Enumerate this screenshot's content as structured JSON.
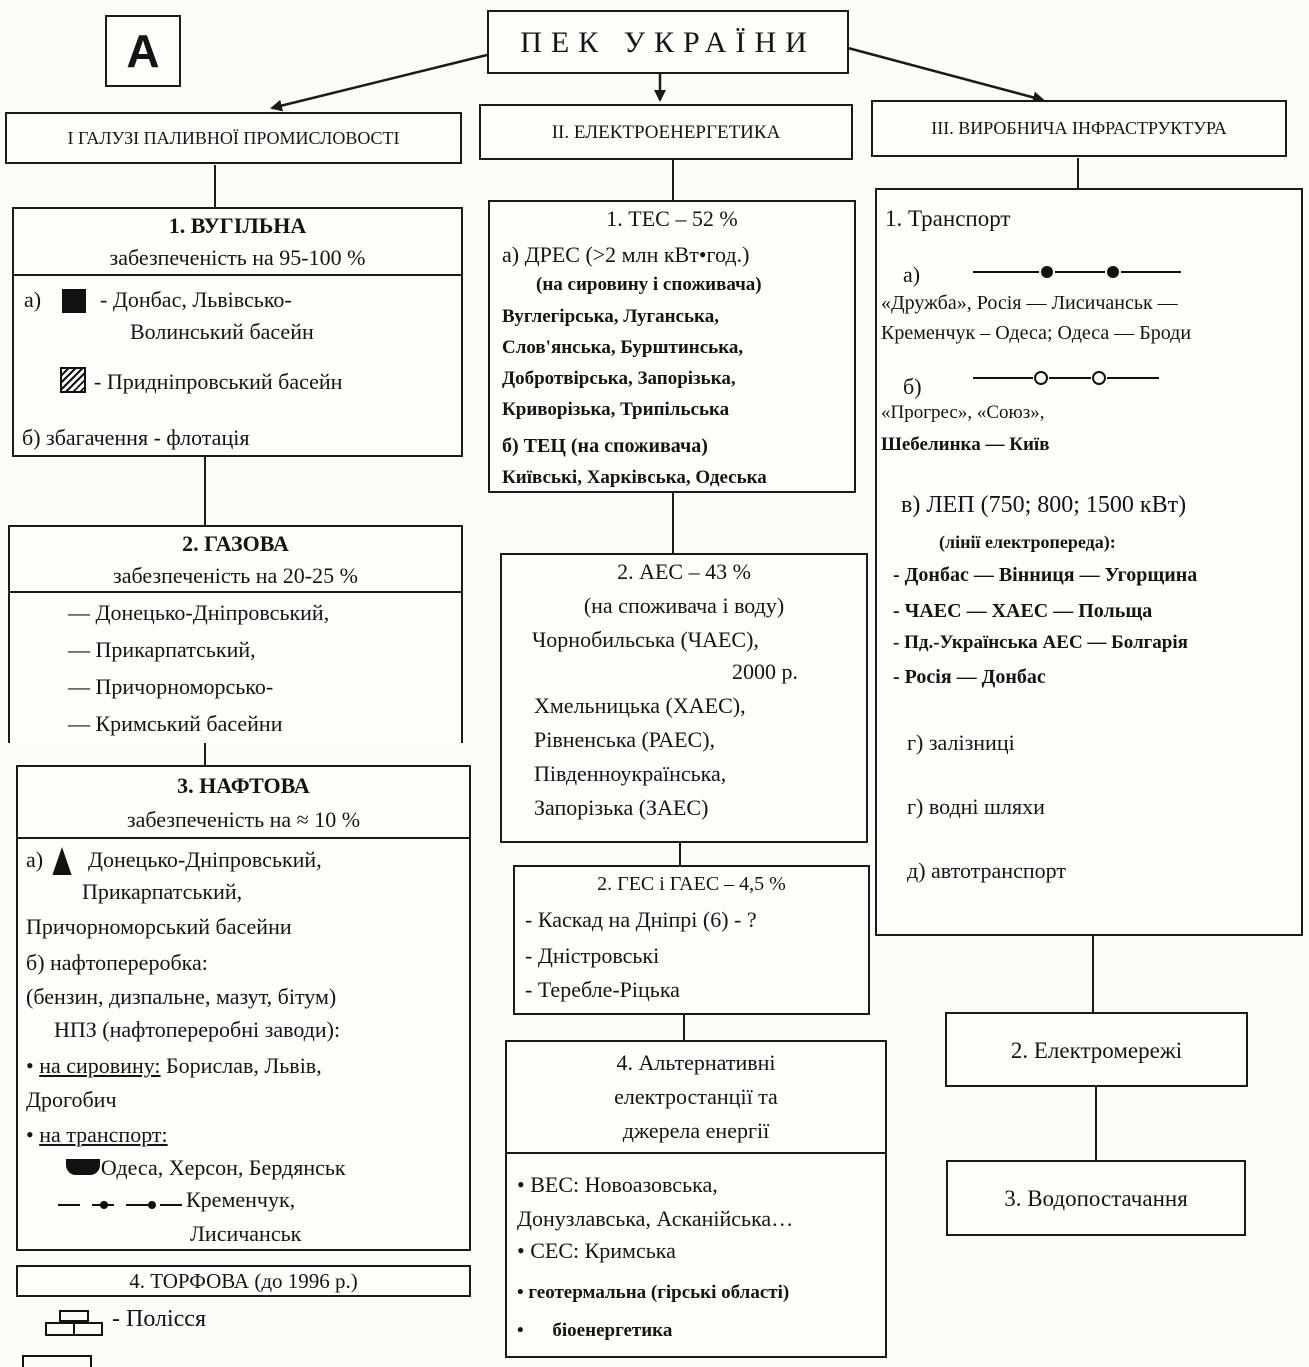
{
  "corner_label": "А",
  "title": "ПЕК УКРАЇНИ",
  "col1": {
    "header": "І ГАЛУЗІ ПАЛИВНОЇ ПРОМИСЛОВОСТІ",
    "coal": {
      "title": "1. ВУГІЛЬНА",
      "supply": "забезпеченість на 95-100 %",
      "a_label": "а)",
      "a_line1": "- Донбас, Львівсько-",
      "a_line2": "Волинський басейн",
      "a_line3": "- Придніпровський басейн",
      "b_line": "б) збагачення - флотація"
    },
    "gas": {
      "title": "2. ГАЗОВА",
      "supply": "забезпеченість на 20-25 %",
      "items": [
        "— Донецько-Дніпровський,",
        "— Прикарпатський,",
        "— Причорноморсько-",
        "— Кримський басейни"
      ]
    },
    "oil": {
      "title": "3. НАФТОВА",
      "supply": "забезпеченість на ≈ 10 %",
      "a_label": "а)",
      "a_line1": "Донецько-Дніпровський,",
      "a_line2": "Прикарпатський,",
      "a_line3": "Причорноморський басейни",
      "b_line": "б) нафтопереробка:",
      "products": "(бензин, дизпальне, мазут, бітум)",
      "npz": "НПЗ (нафтопереробні заводи):",
      "raw_label": "на сировину:",
      "raw_cities": "Борислав, Львів,",
      "raw_cities2": "Дрогобич",
      "transport_label": "на транспорт:",
      "port_cities": "- Одеса, Херсон, Бердянськ",
      "pipe_cities": "Кременчук,",
      "pipe_cities2": "Лисичанськ"
    },
    "peat": {
      "title": "4. ТОРФОВА (до 1996 р.)",
      "region": "- Полісся"
    }
  },
  "col2": {
    "header": "ІІ. ЕЛЕКТРОЕНЕРГЕТИКА",
    "tes": {
      "title": "1. ТЕС – 52 %",
      "a_line": "а) ДРЕС (>2 млн кВт•год.)",
      "a_note": "(на сировину і споживача)",
      "plants": [
        "Вуглегірська, Луганська,",
        "Слов'янська, Бурштинська,",
        "Добротвірська, Запорізька,",
        "Криворізька, Трипільська"
      ],
      "b_line": "б) ТЕЦ (на споживача)",
      "b_plants": "Київські, Харківська, Одеська"
    },
    "aes": {
      "title": "2. АЕС – 43 %",
      "note": "(на споживача і воду)",
      "lines": [
        "Чорнобильська (ЧАЕС),",
        "2000 р.",
        "Хмельницька (ХАЕС),",
        "Рівненська (РАЕС),",
        "Південноукраїнська,",
        "Запорізька (ЗАЕС)"
      ]
    },
    "ges": {
      "title": "2. ГЕС і ГАЕС – 4,5 %",
      "items": [
        "- Каскад на Дніпрі (6) - ?",
        "- Дністровські",
        "- Теребле-Ріцька"
      ]
    },
    "alt": {
      "title_1": "4. Альтернативні",
      "title_2": "електростанції та",
      "title_3": "джерела енергії",
      "items": [
        "ВЕС: Новоазовська,",
        "Донузлавська, Асканійська…",
        "СЕС: Кримська",
        "геотермальна (гірські області)",
        "біоенергетика"
      ]
    }
  },
  "col3": {
    "header": "ІІІ. ВИРОБНИЧА ІНФРАСТРУКТУРА",
    "transport": {
      "title": "1. Транспорт",
      "a_label": "а)",
      "a_text1": "«Дружба», Росія — Лисичанськ —",
      "a_text2": "Кременчук – Одеса; Одеса — Броди",
      "b_label": "б)",
      "b_text1": "«Прогрес», «Союз»,",
      "b_text2": "Шебелинка — Київ",
      "v_line": "в) ЛЕП (750; 800; 1500 кВт)",
      "v_note": "(лінії електропереда):",
      "lep": [
        "- Донбас — Вінниця — Угорщина",
        "- ЧАЕС — ХАЕС — Польща",
        "- Пд.-Українська АЕС — Болгарія",
        "- Росія — Донбас"
      ],
      "g1": "г) залізниці",
      "g2": "г) водні шляхи",
      "d": "д) автотранспорт"
    },
    "grid": "2. Електромережі",
    "water": "3. Водопостачання"
  }
}
